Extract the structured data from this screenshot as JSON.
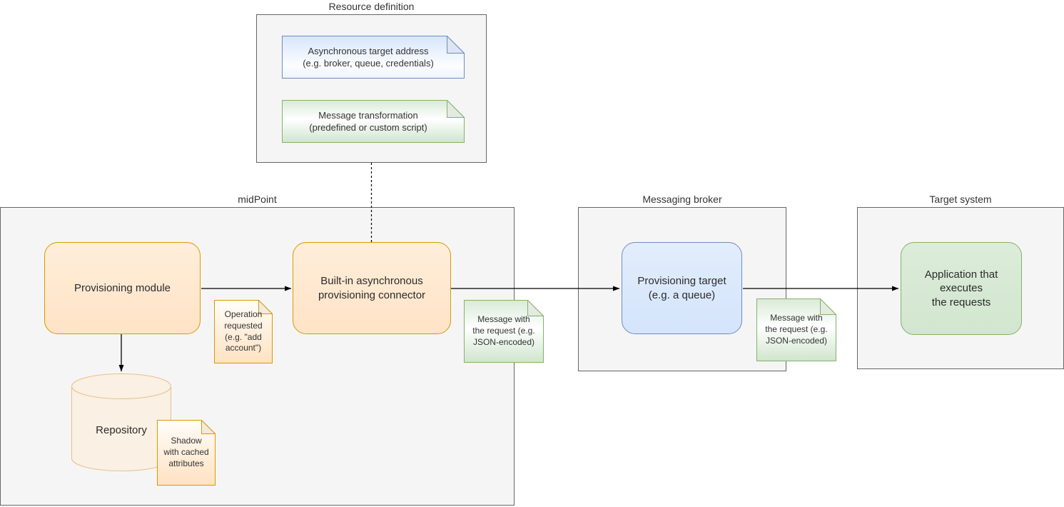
{
  "palette": {
    "container_fill": "#f5f5f5",
    "container_border": "#666666",
    "orange_fill": "#ffe6cc",
    "orange_border": "#d79b00",
    "blue_fill": "#dae8fc",
    "blue_border": "#6c8ebf",
    "green_fill": "#d5e8d4",
    "green_border": "#82b366",
    "arrow_color": "#000000"
  },
  "containers": {
    "resource_definition": {
      "label": "Resource definition"
    },
    "midpoint": {
      "label": "midPoint"
    },
    "messaging_broker": {
      "label": "Messaging broker"
    },
    "target_system": {
      "label": "Target system"
    }
  },
  "nodes": {
    "provisioning_module": {
      "label": "Provisioning module"
    },
    "async_connector": {
      "label": "Built-in asynchronous\nprovisioning connector"
    },
    "provisioning_target": {
      "label": "Provisioning target\n(e.g. a queue)"
    },
    "application": {
      "label": "Application that\nexecutes\nthe requests"
    },
    "repository": {
      "label": "Repository"
    }
  },
  "notes": {
    "async_target_address": {
      "text": "Asynchronous target address\n(e.g. broker, queue, credentials)"
    },
    "message_transformation": {
      "text": "Message transformation\n(predefined or custom script)"
    },
    "operation_requested": {
      "text": "Operation\nrequested\n(e.g. \"add\naccount\")"
    },
    "shadow_attributes": {
      "text": "Shadow\nwith cached\nattributes"
    },
    "message_request_out": {
      "text": "Message with\nthe request (e.g.\nJSON-encoded)"
    },
    "message_request_in": {
      "text": "Message with\nthe request (e.g.\nJSON-encoded)"
    }
  }
}
